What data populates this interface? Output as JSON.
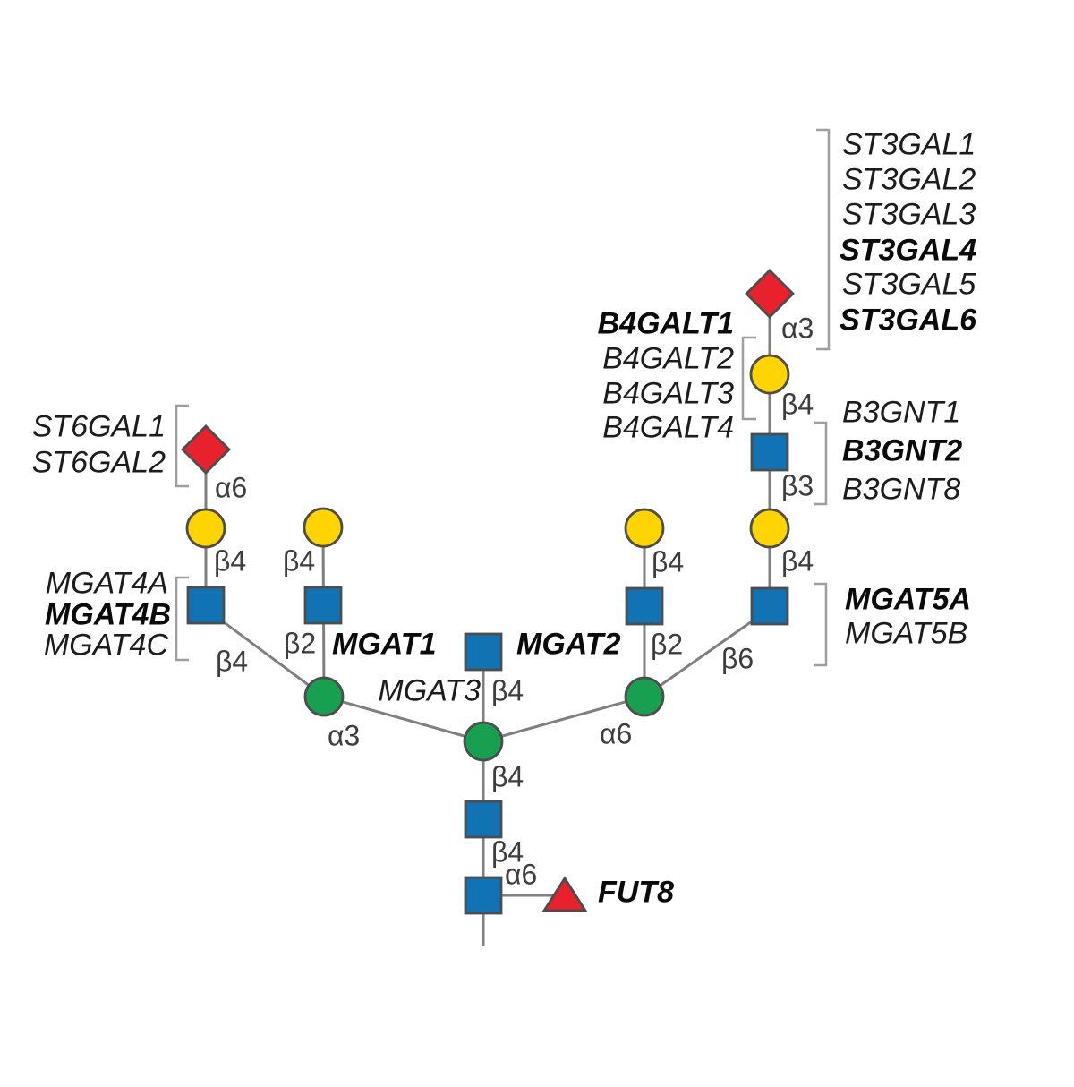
{
  "figure": {
    "description": "N-glycan biosynthesis diagram with glycosyltransferase enzyme labels and glycosidic linkage annotations"
  },
  "symbols": {
    "glcnac": {
      "shape": "square",
      "color": "#1173B4"
    },
    "mannose": {
      "shape": "circle",
      "color": "#17A04F"
    },
    "galactose": {
      "shape": "circle",
      "color": "#FFD400"
    },
    "sialic_acid": {
      "shape": "diamond",
      "color": "#E8212D"
    },
    "fucose": {
      "shape": "triangle",
      "color": "#E8212D"
    },
    "line_gray": "#7f7f7f",
    "outline_gray": "#4d4d4d",
    "bracket_gray": "#9e9e9e"
  },
  "enzyme_groups": {
    "st3gal": {
      "items": [
        {
          "text": "ST3GAL1",
          "bold": false
        },
        {
          "text": "ST3GAL2",
          "bold": false
        },
        {
          "text": "ST3GAL3",
          "bold": false
        },
        {
          "text": "ST3GAL4",
          "bold": true
        },
        {
          "text": "ST3GAL5",
          "bold": false
        },
        {
          "text": "ST3GAL6",
          "bold": true
        }
      ]
    },
    "b4galt": {
      "items": [
        {
          "text": "B4GALT1",
          "bold": true
        },
        {
          "text": "B4GALT2",
          "bold": false
        },
        {
          "text": "B4GALT3",
          "bold": false
        },
        {
          "text": "B4GALT4",
          "bold": false
        }
      ]
    },
    "b3gnt": {
      "items": [
        {
          "text": "B3GNT1",
          "bold": false
        },
        {
          "text": "B3GNT2",
          "bold": true
        },
        {
          "text": "B3GNT8",
          "bold": false
        }
      ]
    },
    "st6gal": {
      "items": [
        {
          "text": "ST6GAL1",
          "bold": false
        },
        {
          "text": "ST6GAL2",
          "bold": false
        }
      ]
    },
    "mgat4": {
      "items": [
        {
          "text": "MGAT4A",
          "bold": false
        },
        {
          "text": "MGAT4B",
          "bold": true
        },
        {
          "text": "MGAT4C",
          "bold": false
        }
      ]
    },
    "mgat5": {
      "items": [
        {
          "text": "MGAT5A",
          "bold": true
        },
        {
          "text": "MGAT5B",
          "bold": false
        }
      ]
    }
  },
  "enzyme_labels": {
    "mgat1": {
      "text": "MGAT1",
      "bold": true
    },
    "mgat2": {
      "text": "MGAT2",
      "bold": true
    },
    "mgat3": {
      "text": "MGAT3",
      "bold": false
    },
    "fut8": {
      "text": "FUT8",
      "bold": true
    }
  },
  "linkages": {
    "branch1_alpha6": "α6",
    "branch1_beta4": "β4",
    "branch1_beta4_diag": "β4",
    "branch2_beta4": "β4",
    "branch2_beta2": "β2",
    "branch3_beta4": "β4",
    "branch3_beta2": "β2",
    "branch4_alpha3": "α3",
    "branch4_beta4_upper": "β4",
    "branch4_beta3": "β3",
    "branch4_beta4_lower": "β4",
    "branch4_beta6": "β6",
    "bisect_beta4": "β4",
    "core_alpha3": "α3",
    "core_alpha6": "α6",
    "core_beta4_upper": "β4",
    "core_beta4_lower": "β4",
    "fucose_alpha6": "α6"
  }
}
